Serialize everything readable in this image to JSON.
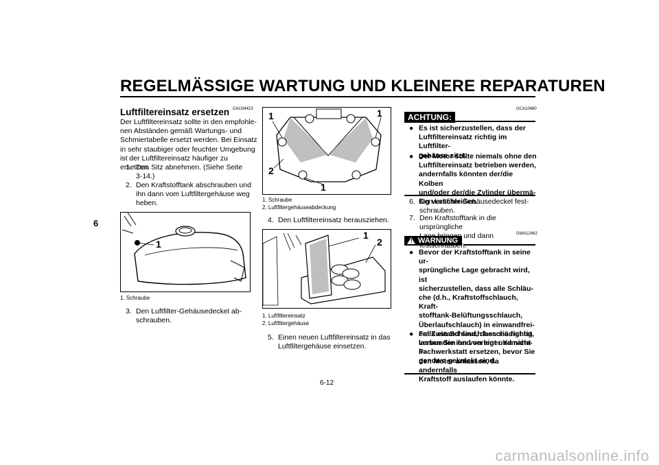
{
  "header": {
    "title": "REGELMÄSSIGE WARTUNG UND KLEINERE REPARATUREN"
  },
  "chapter_tab": "6",
  "page_number": "6-12",
  "left_column": {
    "code": "GAU34423",
    "heading": "Luftfiltereinsatz ersetzen",
    "intro_lines": [
      "Der Luftfiltereinsatz sollte in den empfohle-",
      "nen Abständen gemäß Wartungs- und",
      "Schmiertabelle ersetzt werden. Bei Einsatz",
      "in sehr staubiger oder feuchter Umgebung",
      "ist der Luftfiltereinsatz häufiger zu ersetzen."
    ],
    "steps": [
      {
        "num": "1.",
        "lines": [
          "Den Sitz abnehmen. (Siehe Seite",
          "3-14.)"
        ]
      },
      {
        "num": "2.",
        "lines": [
          "Den Kraftstofftank abschrauben und",
          "ihn dann vom Luftfiltergehäuse weg",
          "heben."
        ]
      }
    ],
    "figure": {
      "callouts": [
        "1"
      ],
      "legend": [
        "1.  Schraube"
      ]
    },
    "steps_after": [
      {
        "num": "3.",
        "lines": [
          "Den Luftfilter-Gehäusedeckel ab-",
          "schrauben."
        ]
      }
    ]
  },
  "middle_column": {
    "figure_top": {
      "callouts": [
        "1",
        "1",
        "2",
        "1"
      ],
      "legend": [
        "1.  Schraube",
        "2.  Luftfiltergehäuseabdeckung"
      ]
    },
    "step4": {
      "num": "4.",
      "lines": [
        "Den Luftfiltereinsatz herausziehen."
      ]
    },
    "figure_bottom": {
      "callouts": [
        "1",
        "2"
      ],
      "legend": [
        "1.  Luftfiltereinsatz",
        "2.  Luftfiltergehäuse"
      ]
    },
    "step5": {
      "num": "5.",
      "lines": [
        "Einen neuen Luftfiltereinsatz in das",
        "Luftfiltergehäuse einsetzen."
      ]
    }
  },
  "right_column": {
    "achtung": {
      "label": "ACHTUNG:",
      "code": "GCA10480",
      "bullets": [
        [
          "Es ist sicherzustellen, dass der",
          "Luftfiltereinsatz richtig im Luftfilter-",
          "gehäuse sitzt."
        ],
        [
          "Der Motor sollte niemals ohne den",
          "Luftfiltereinsatz betrieben werden,",
          "andernfalls könnten der/die Kolben",
          "und/oder der/die Zylinder übermä-",
          "ßig verschleißen."
        ]
      ]
    },
    "steps": [
      {
        "num": "6.",
        "lines": [
          "Den Luftfilter-Gehäusedeckel fest-",
          "schrauben."
        ]
      },
      {
        "num": "7.",
        "lines": [
          "Den Kraftstofftank in die ursprüngliche",
          "Lage bringen und dann festschrauben."
        ]
      }
    ],
    "warnung": {
      "label": "WARNUNG",
      "code": "GWA12462",
      "bullets": [
        [
          "Bevor der Kraftstofftank in seine ur-",
          "sprüngliche Lage gebracht wird, ist",
          "sicherzustellen, dass alle Schläu-",
          "che (d.h., Kraftstoffschlauch, Kraft-",
          "stofftank-Belüftungsschlauch,",
          "Überlaufschlauch) in einwandfrei-",
          "em Zustand sind, dass sie richtig",
          "verbunden und verlegt und nicht ir-",
          "gendwo geknickt sind."
        ],
        [
          "Falls ein Schlauch beschädigt ist,",
          "lassen Sie ihn von einer Yamaha-",
          "Fachwerkstatt ersetzen, bevor Sie",
          "den Motor anlassen, da andernfalls",
          "Kraftstoff auslaufen könnte."
        ]
      ]
    }
  },
  "watermark": "carmanualsonline.info"
}
